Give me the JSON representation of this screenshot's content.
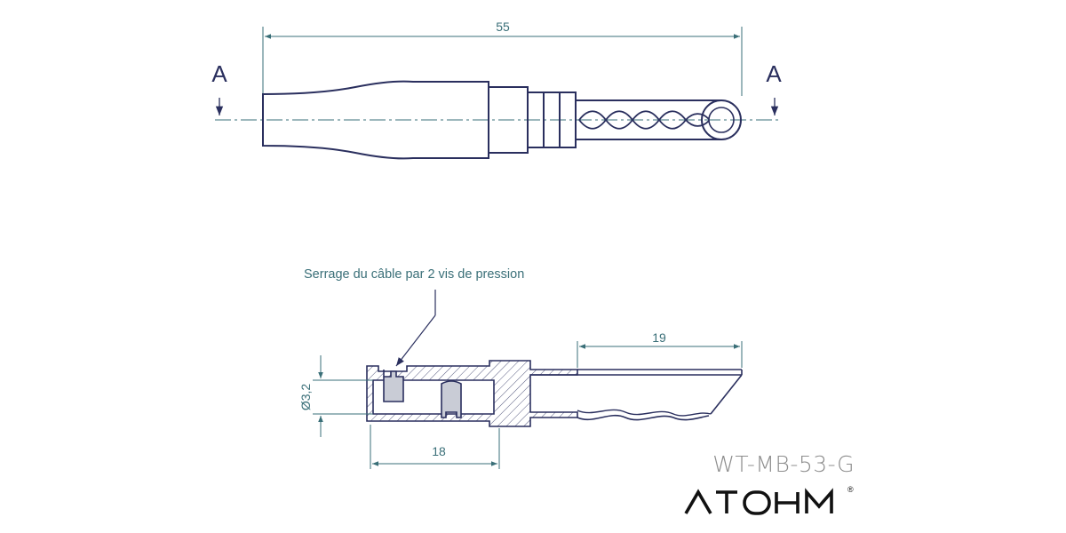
{
  "dimensions": {
    "overall_length": "55",
    "pin_length": "19",
    "body_length": "18",
    "bore_diameter": "Ø3,2"
  },
  "section_labels": {
    "left": "A",
    "right": "A"
  },
  "callout": "Serrage du câble par 2 vis de pression",
  "model": "WT-MB-53-G",
  "brand": "ATOHM",
  "brand_mark": "®",
  "colors": {
    "outline": "#2a2f5e",
    "dimension": "#3a6f78",
    "model_text": "#8d8d8d",
    "hatch_fill": "#c9ccd6"
  }
}
